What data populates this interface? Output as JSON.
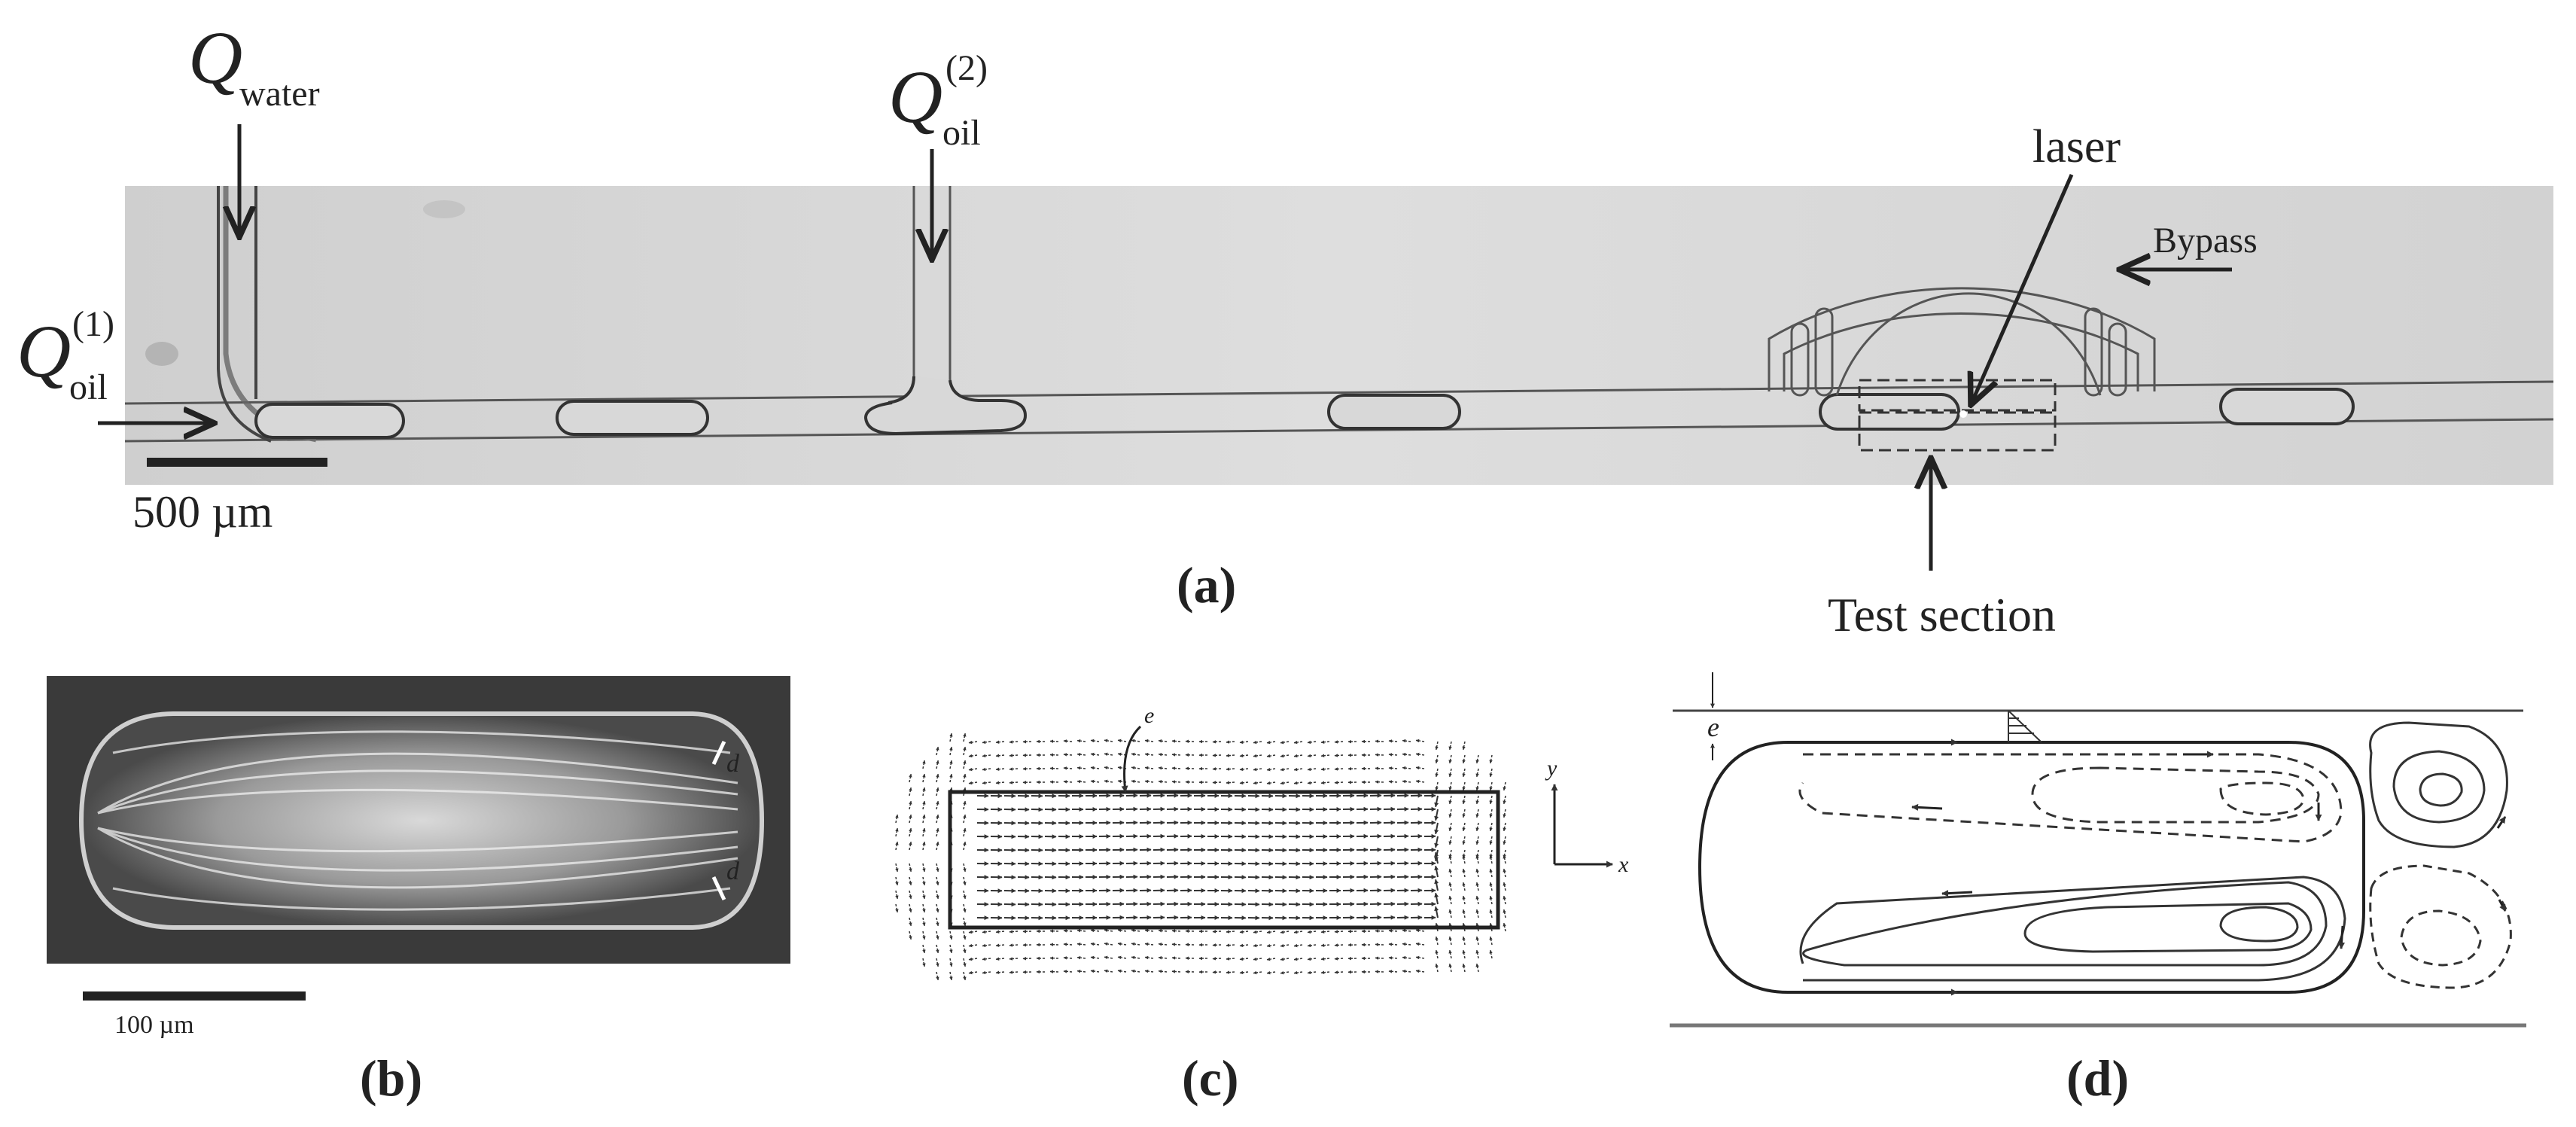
{
  "panel_a": {
    "q_symbol": "Q",
    "q_water_sub": "water",
    "q_oil1_sub": "oil",
    "q_oil1_sup": "(1)",
    "q_oil2_sub": "oil",
    "q_oil2_sup": "(2)",
    "laser_label": "laser",
    "bypass_label": "Bypass",
    "test_section_label": "Test section",
    "scale_label": "500 µm",
    "panel_label": "(a)"
  },
  "panel_b": {
    "d_label_top": "d",
    "d_label_bottom": "d",
    "scale_label": "100 µm",
    "panel_label": "(b)"
  },
  "panel_c": {
    "film_label": "e",
    "axis_y": "y",
    "axis_x": "x",
    "panel_label": "(c)"
  },
  "panel_d": {
    "film_label": "e",
    "panel_label": "(d)"
  }
}
